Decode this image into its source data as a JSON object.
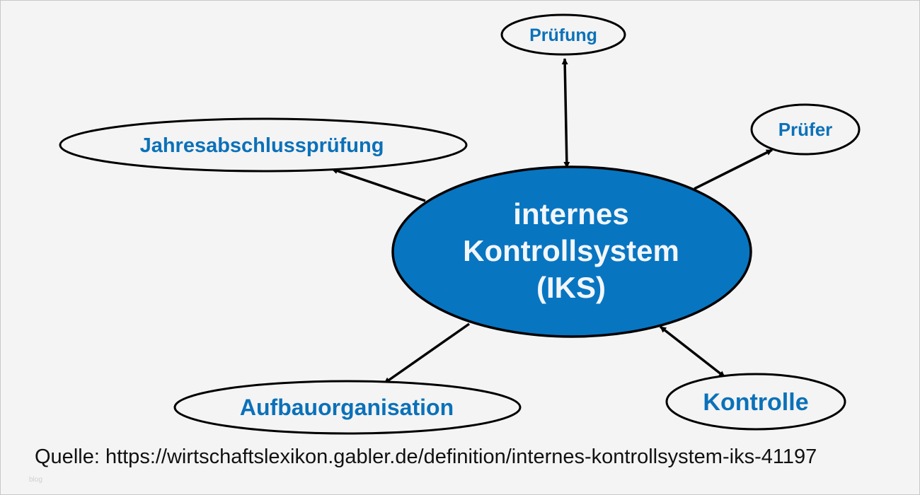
{
  "diagram": {
    "center": {
      "lines": [
        "internes",
        "Kontrollsystem",
        "(IKS)"
      ],
      "fill": "#0875c1"
    },
    "nodes": {
      "pruefung": "Prüfung",
      "jahresabschluss": "Jahresabschlussprüfung",
      "pruefer": "Prüfer",
      "aufbau": "Aufbauorganisation",
      "kontrolle": "Kontrolle"
    },
    "edges": [
      {
        "from": "internes Kontrollsystem (IKS)",
        "to": "Prüfung",
        "direction": "both"
      },
      {
        "from": "internes Kontrollsystem (IKS)",
        "to": "Jahresabschlussprüfung",
        "direction": "forward"
      },
      {
        "from": "internes Kontrollsystem (IKS)",
        "to": "Prüfer",
        "direction": "forward"
      },
      {
        "from": "internes Kontrollsystem (IKS)",
        "to": "Aufbauorganisation",
        "direction": "forward"
      },
      {
        "from": "internes Kontrollsystem (IKS)",
        "to": "Kontrolle",
        "direction": "both"
      }
    ],
    "node_text_color": "#0b71b9"
  },
  "source": "Quelle: https://wirtschaftslexikon.gabler.de/definition/internes-kontrollsystem-iks-41197",
  "watermark": "blog"
}
